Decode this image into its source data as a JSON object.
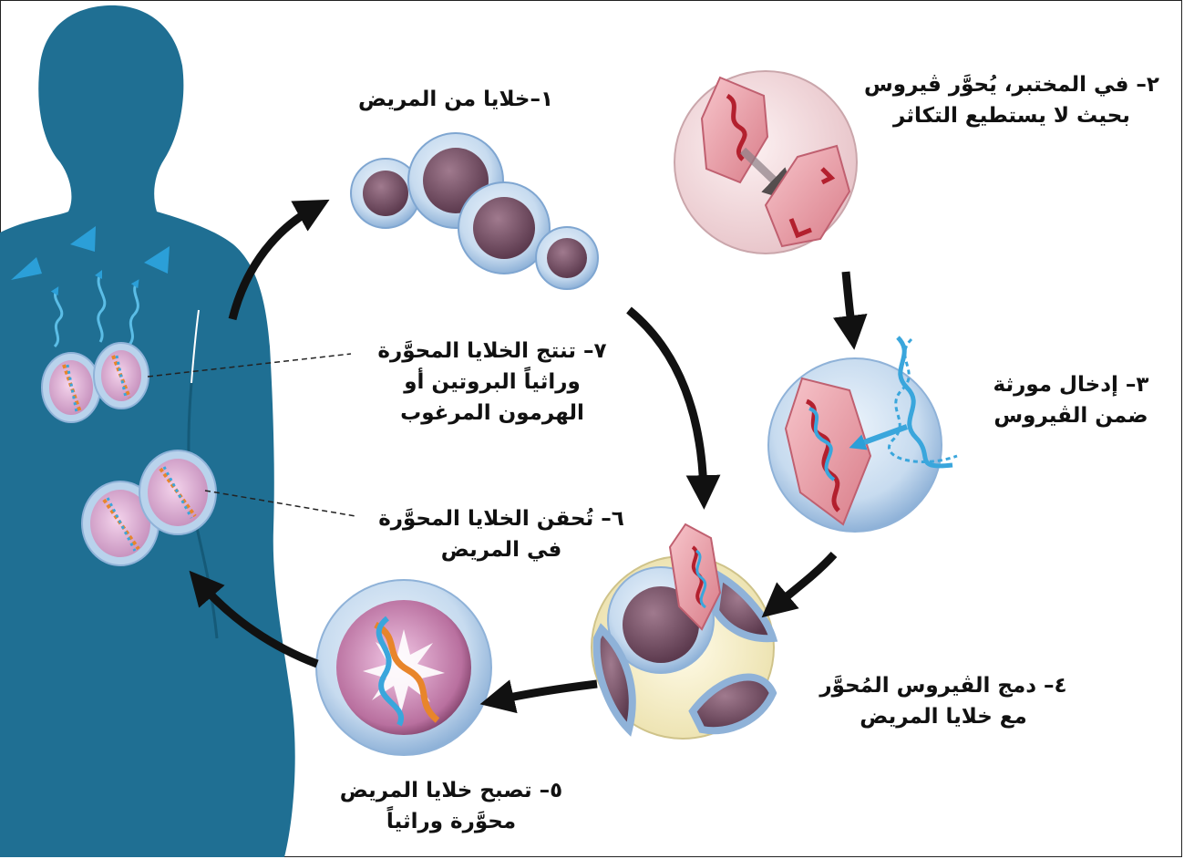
{
  "steps": [
    {
      "id": "1",
      "lines": [
        "١–خلايا من المريض"
      ]
    },
    {
      "id": "2",
      "lines": [
        "٢– في المختبر، يُحوَّر ڤيروس",
        "بحيث لا يستطيع التكاثر"
      ]
    },
    {
      "id": "3",
      "lines": [
        "٣– إدخال مورثة",
        "ضمن الڤيروس"
      ]
    },
    {
      "id": "4",
      "lines": [
        "٤– دمج الڤيروس المُحوَّر",
        "مع خلايا المريض"
      ]
    },
    {
      "id": "5",
      "lines": [
        "٥– تصبح خلايا المريض",
        "محوَّرة وراثياً"
      ]
    },
    {
      "id": "6",
      "lines": [
        "٦– تُحقن الخلايا المحوَّرة",
        "في المريض"
      ]
    },
    {
      "id": "7",
      "lines": [
        "٧– تنتج الخلايا المحوَّرة",
        "وراثياً البروتين أو",
        "الهرمون المرغوب"
      ]
    }
  ],
  "colors": {
    "body": "#1f6f93",
    "cell_membrane": "#b9d3ec",
    "nucleus": "#6d4a5e",
    "virus": "#e8a0a8",
    "dna_blue": "#3aa6dc",
    "dna_orange": "#e8852b",
    "protein": "#2b9fd8",
    "arrow": "#111111"
  },
  "icons": [
    "human-body-silhouette",
    "cell-cluster-icon",
    "virus-capsid-icon",
    "dna-helix-icon",
    "protein-triangle-icon",
    "curved-arrow-icon"
  ]
}
